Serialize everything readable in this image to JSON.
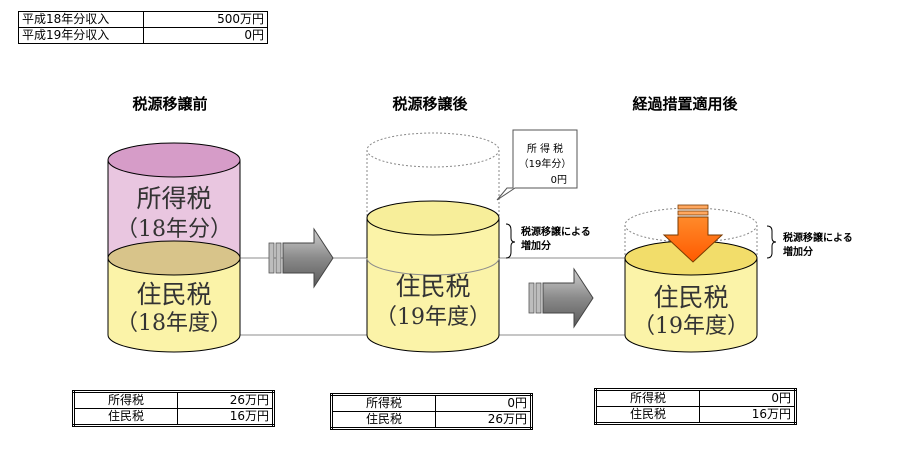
{
  "income_table": {
    "rows": [
      {
        "label": "平成18年分収入",
        "value": "500万円"
      },
      {
        "label": "平成19年分収入",
        "value": "0円"
      }
    ]
  },
  "stages": [
    {
      "title": "税源移譲前",
      "upper_label_1": "所得税",
      "upper_label_2": "（18年分）",
      "lower_label_1": "住民税",
      "lower_label_2": "（18年度）",
      "table": [
        {
          "label": "所得税",
          "value": "26万円"
        },
        {
          "label": "住民税",
          "value": "16万円"
        }
      ]
    },
    {
      "title": "税源移譲後",
      "lower_label_1": "住民税",
      "lower_label_2": "（19年度）",
      "table": [
        {
          "label": "所得税",
          "value": "0円"
        },
        {
          "label": "住民税",
          "value": "26万円"
        }
      ]
    },
    {
      "title": "経過措置適用後",
      "lower_label_1": "住民税",
      "lower_label_2": "（19年度）",
      "table": [
        {
          "label": "所得税",
          "value": "0円"
        },
        {
          "label": "住民税",
          "value": "16万円"
        }
      ]
    }
  ],
  "callout": {
    "line1": "所 得 税",
    "line2": "（19年分）",
    "line3": "0円"
  },
  "increase_label_1": "税源移譲による",
  "increase_label_2": "増加分",
  "colors": {
    "income_tax_fill": "#e9c6e0",
    "resident_tax_fill": "#fbf3a8",
    "resident_tax_top": "#d8c48a",
    "arrow_gray": "#909090",
    "arrow_orange": "#ff7a1a"
  }
}
